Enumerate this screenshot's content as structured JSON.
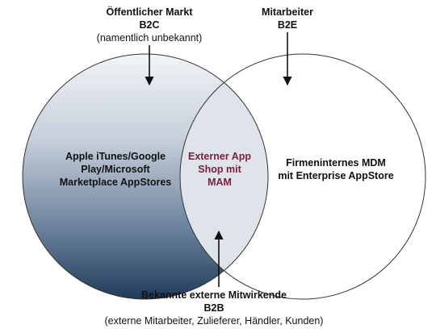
{
  "top_left": {
    "title": "Öffentlicher Markt",
    "code": "B2C",
    "note": "(namentlich unbekannt)"
  },
  "top_right": {
    "title": "Mitarbeiter",
    "code": "B2E"
  },
  "bottom": {
    "title": "Bekannte externe Mitwirkende",
    "code": "B2B",
    "note": "(externe Mitarbeiter, Zulieferer, Händler, Kunden)"
  },
  "left_circle": {
    "lines": [
      "Apple iTunes/Google",
      "Play/Microsoft",
      "Marketplace AppStores"
    ]
  },
  "intersection": {
    "lines": [
      "Externer App",
      "Shop mit",
      "MAM"
    ]
  },
  "right_circle": {
    "lines": [
      "Firmeninternes MDM",
      "mit Enterprise AppStore"
    ]
  },
  "colors": {
    "left_gradient_top": "#f2f4f7",
    "left_gradient_bottom": "#203c5a",
    "intersection_fill": "#dfe3ea",
    "intersection_text": "#7a1e3e",
    "outline": "#333333"
  }
}
